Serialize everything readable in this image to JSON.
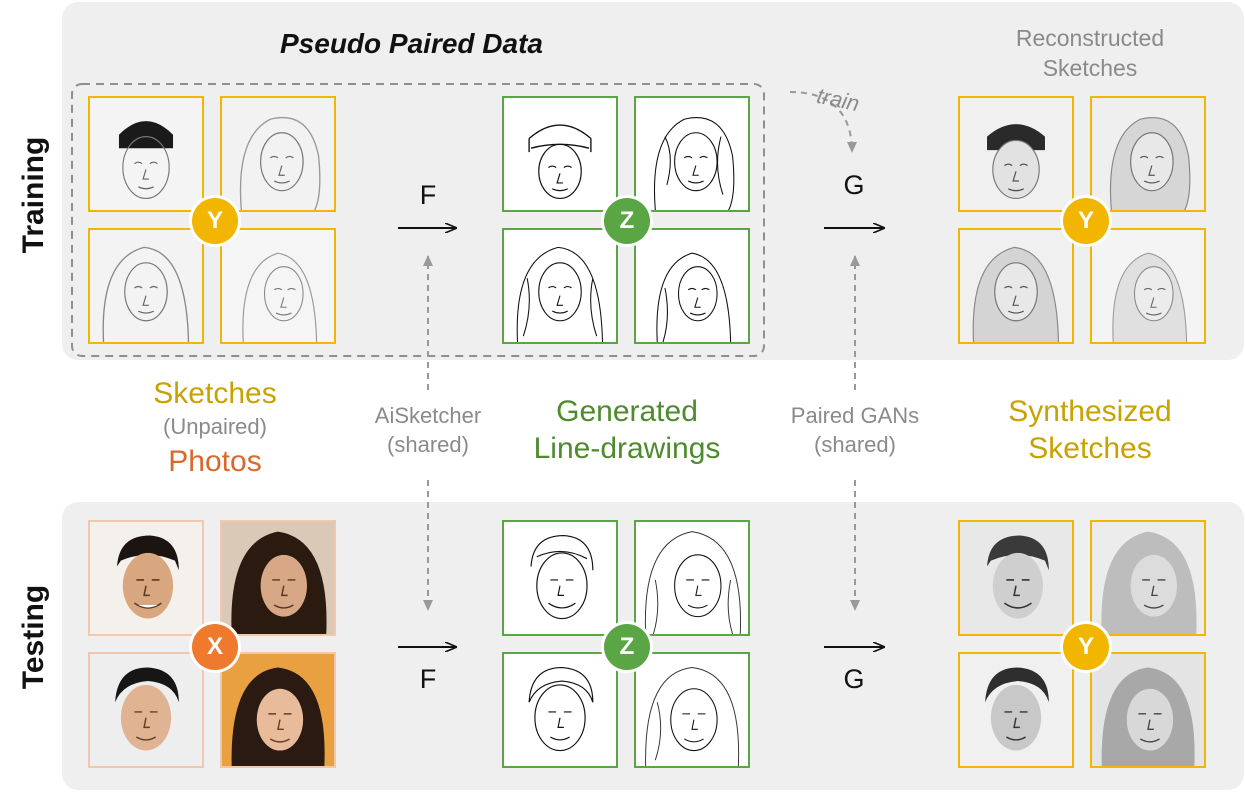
{
  "title": "Pseudo Paired Data",
  "rows": {
    "training": "Training",
    "testing": "Testing"
  },
  "labels": {
    "reconstructed_line1": "Reconstructed",
    "reconstructed_line2": "Sketches",
    "train": "train",
    "f_top": "F",
    "g_top": "G",
    "f_bottom": "F",
    "g_bottom": "G",
    "sketches": "Sketches",
    "unpaired": "(Unpaired)",
    "photos": "Photos",
    "aisketcher_line1": "AiSketcher",
    "aisketcher_line2": "(shared)",
    "generated_line1": "Generated",
    "generated_line2": "Line-drawings",
    "paired_gans_line1": "Paired GANs",
    "paired_gans_line2": "(shared)",
    "synthesized_line1": "Synthesized",
    "synthesized_line2": "Sketches"
  },
  "badges": {
    "train_sketches": "Y",
    "train_lines": "Z",
    "train_recon": "Y",
    "test_photos": "X",
    "test_lines": "Z",
    "test_synth": "Y"
  },
  "colors": {
    "sketch_yellow": "#f2b600",
    "line_green": "#5aa644",
    "photo_orange": "#ef7a2e",
    "label_sketches": "#c9a200",
    "label_photos": "#d9682a",
    "label_generated": "#4e8a2e",
    "label_synth": "#c9a200",
    "panel": "#efefef"
  }
}
